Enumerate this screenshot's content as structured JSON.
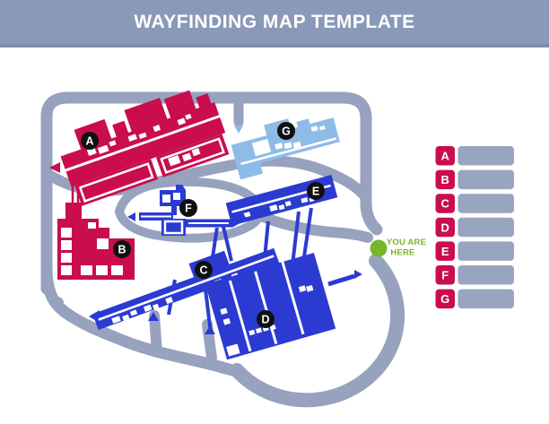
{
  "header": {
    "title": "WAYFINDING MAP TEMPLATE"
  },
  "map": {
    "markers": [
      {
        "label": "A",
        "building_color": "crimson"
      },
      {
        "label": "B",
        "building_color": "crimson"
      },
      {
        "label": "C",
        "building_color": "blue"
      },
      {
        "label": "D",
        "building_color": "blue"
      },
      {
        "label": "E",
        "building_color": "blue"
      },
      {
        "label": "F",
        "building_color": "blue"
      },
      {
        "label": "G",
        "building_color": "light_blue"
      }
    ],
    "you_are_here": {
      "line1": "YOU ARE",
      "line2": "HERE"
    }
  },
  "legend": {
    "items": [
      {
        "letter": "A"
      },
      {
        "letter": "B"
      },
      {
        "letter": "C"
      },
      {
        "letter": "D"
      },
      {
        "letter": "E"
      },
      {
        "letter": "F"
      },
      {
        "letter": "G"
      }
    ]
  },
  "icons": {
    "you_are_here_dot": "green-circle",
    "building_marker": "black-circle-letter",
    "entrance_arrows": "small-triangles"
  },
  "colors": {
    "header_bar": "#8B99B8",
    "road_gray": "#97A2BE",
    "crimson": "#C90D4E",
    "blue": "#2B3BD2",
    "light_blue": "#8FBBE8",
    "green": "#77B62A",
    "marker_black": "#101010",
    "legend_bar_gray": "#99A5C0",
    "text_white": "#FFFFFF"
  }
}
